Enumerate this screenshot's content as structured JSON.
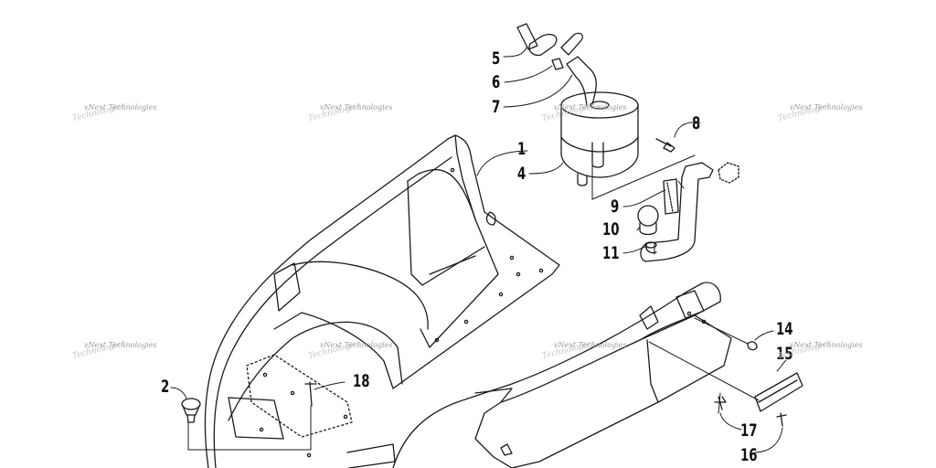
{
  "callouts": [
    {
      "id": "1",
      "label": "1"
    },
    {
      "id": "2",
      "label": "2"
    },
    {
      "id": "4",
      "label": "4"
    },
    {
      "id": "5",
      "label": "5"
    },
    {
      "id": "6",
      "label": "6"
    },
    {
      "id": "7",
      "label": "7"
    },
    {
      "id": "8",
      "label": "8"
    },
    {
      "id": "9",
      "label": "9"
    },
    {
      "id": "10",
      "label": "10"
    },
    {
      "id": "11",
      "label": "11"
    },
    {
      "id": "14",
      "label": "14"
    },
    {
      "id": "15",
      "label": "15"
    },
    {
      "id": "16",
      "label": "16"
    },
    {
      "id": "17",
      "label": "17"
    },
    {
      "id": "18",
      "label": "18"
    }
  ],
  "watermark": {
    "line1": "vNext Technologies",
    "line2": "Technologies"
  },
  "colors": {
    "line": "#1a1a1a",
    "watermark": "#9a9a9a"
  }
}
